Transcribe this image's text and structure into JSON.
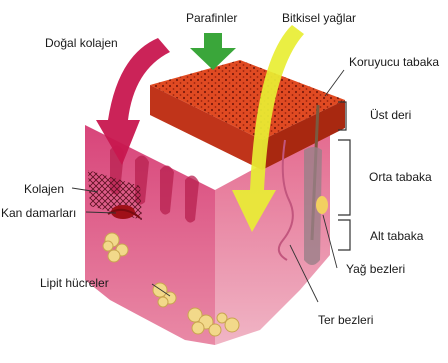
{
  "labels": {
    "natural_collagen": "Doğal kolajen",
    "paraffins": "Parafinler",
    "vegetable_oils": "Bitkisel yağlar",
    "protective_layer": "Koruyucu tabaka",
    "epidermis": "Üst deri",
    "dermis": "Orta tabaka",
    "hypodermis": "Alt tabaka",
    "collagen": "Kolajen",
    "blood_vessels": "Kan damarları",
    "lipid_cells": "Lipit hücreler",
    "sebaceous_glands": "Yağ bezleri",
    "sweat_glands": "Ter bezleri"
  },
  "colors": {
    "crimson_arrow": "#c8174f",
    "green_arrow": "#3aa63a",
    "yellow_arrow": "#e8ee33",
    "top_layer": "#d8441e",
    "skin_pink": "#e0507a",
    "fat_yellow": "#f2d98a"
  }
}
